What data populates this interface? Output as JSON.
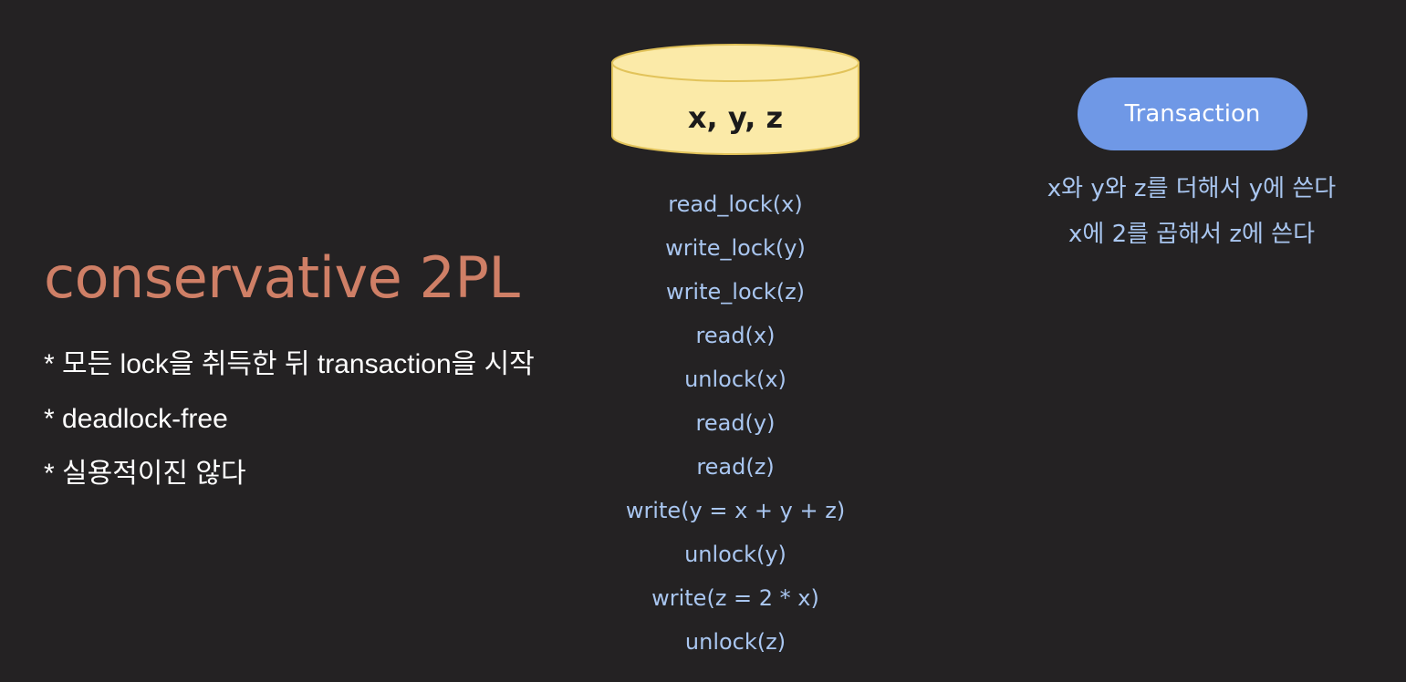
{
  "colors": {
    "background": "#242223",
    "title": "#cf7f66",
    "code": "#a9c6f0",
    "db_fill": "#fbeaa8",
    "db_stroke": "#e2c35a",
    "pill": "#6f98e6"
  },
  "slide": {
    "title": "conservative 2PL",
    "bullets": [
      "* 모든 lock을 취득한 뒤 transaction을 시작",
      "* deadlock-free",
      "* 실용적이진 않다"
    ]
  },
  "database": {
    "icon": "database-cylinder-icon",
    "label": "x, y, z"
  },
  "operations": [
    "read_lock(x)",
    "write_lock(y)",
    "write_lock(z)",
    "read(x)",
    "unlock(x)",
    "read(y)",
    "read(z)",
    "write(y = x + y + z)",
    "unlock(y)",
    "write(z = 2 * x)",
    "unlock(z)"
  ],
  "transaction": {
    "label": "Transaction",
    "description": [
      "x와 y와 z를 더해서 y에 쓴다",
      "x에 2를 곱해서 z에 쓴다"
    ]
  }
}
